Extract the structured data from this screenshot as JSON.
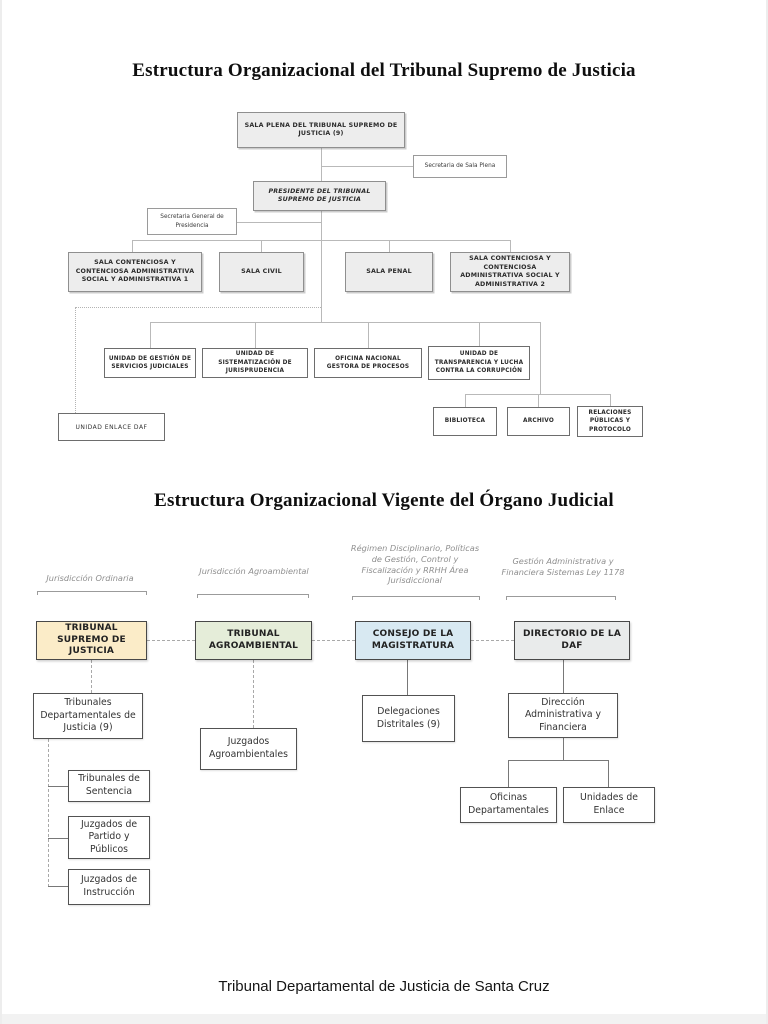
{
  "page": {
    "title_1": "Estructura Organizacional del Tribunal Supremo de Justicia",
    "title_2": "Estructura Organizacional Vigente del Órgano Judicial",
    "footer": "Tribunal Departamental de Justicia de Santa Cruz"
  },
  "colors": {
    "tribunal_supremo_fill": "#fbecc8",
    "agroambiental_fill": "#e5edd9",
    "magistratura_fill": "#d8e9f2",
    "daf_fill": "#e9ebeb",
    "gray_box_fill": "#ededed",
    "connector_gray": "#b9b9b9"
  },
  "chart1": {
    "boxes": {
      "sala_plena": "SALA PLENA DEL TRIBUNAL SUPREMO DE JUSTICIA (9)",
      "secretaria_sala_plena": "Secretaria de Sala Plena",
      "presidente": "PRESIDENTE DEL TRIBUNAL SUPREMO DE JUSTICIA",
      "secretaria_general": "Secretaria General de Presidencia",
      "sala_contenciosa_1": "SALA CONTENCIOSA Y CONTENCIOSA ADMINISTRATIVA SOCIAL Y ADMINISTRATIVA 1",
      "sala_civil": "SALA CIVIL",
      "sala_penal": "SALA PENAL",
      "sala_contenciosa_2": "SALA CONTENCIOSA Y CONTENCIOSA ADMINISTRATIVA SOCIAL Y ADMINISTRATIVA 2",
      "unidad_gestion_servicios": "UNIDAD DE GESTIÓN DE SERVICIOS JUDICIALES",
      "unidad_sistematizacion": "UNIDAD DE SISTEMATIZACIÓN DE JURISPRUDENCIA",
      "oficina_gestora": "OFICINA NACIONAL GESTORA DE PROCESOS",
      "unidad_transparencia": "UNIDAD DE TRANSPARENCIA Y LUCHA CONTRA LA CORRUPCIÓN",
      "unidad_enlace_daf": "UNIDAD ENLACE DAF",
      "biblioteca": "BIBLIOTECA",
      "archivo": "ARCHIVO",
      "relaciones_publicas": "RELACIONES PÚBLICAS Y PROTOCOLO"
    }
  },
  "chart2": {
    "column_labels": {
      "ordinaria": "Jurisdicción Ordinaria",
      "agroambiental": "Jurisdicción Agroambiental",
      "regimen": "Régimen Disciplinario, Políticas de Gestión, Control y Fiscalización y RRHH Área Jurisdiccional",
      "gestion": "Gestión Administrativa y Financiera Sistemas Ley 1178"
    },
    "boxes": {
      "tribunal_supremo": "TRIBUNAL SUPREMO DE JUSTICIA",
      "tribunal_agroambiental": "TRIBUNAL AGROAMBIENTAL",
      "consejo_magistratura": "CONSEJO DE LA MAGISTRATURA",
      "directorio_daf": "DIRECTORIO DE LA DAF",
      "tribunales_departamentales": "Tribunales Departamentales de Justicia (9)",
      "tribunales_sentencia": "Tribunales de Sentencia",
      "juzgados_partido": "Juzgados de Partido y Públicos",
      "juzgados_instruccion": "Juzgados de Instrucción",
      "juzgados_agroambientales": "Juzgados Agroambientales",
      "delegaciones_distritales": "Delegaciones Distritales (9)",
      "direccion_administrativa": "Dirección Administrativa y Financiera",
      "oficinas_departamentales": "Oficinas Departamentales",
      "unidades_enlace": "Unidades de Enlace"
    }
  }
}
